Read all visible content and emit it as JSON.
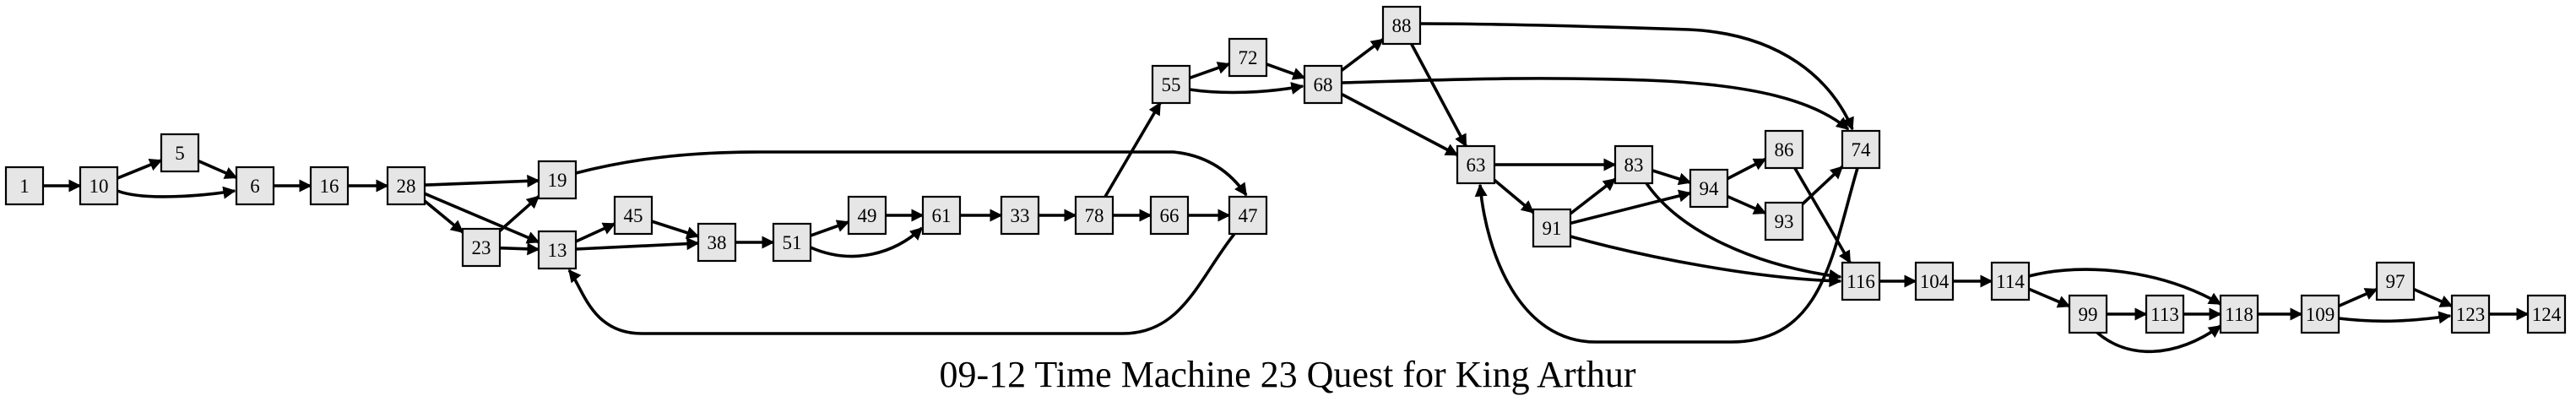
{
  "title": "09-12 Time Machine 23 Quest for King Arthur",
  "nodes": [
    {
      "id": "1"
    },
    {
      "id": "10"
    },
    {
      "id": "5"
    },
    {
      "id": "6"
    },
    {
      "id": "16"
    },
    {
      "id": "28"
    },
    {
      "id": "19"
    },
    {
      "id": "23"
    },
    {
      "id": "13"
    },
    {
      "id": "45"
    },
    {
      "id": "38"
    },
    {
      "id": "51"
    },
    {
      "id": "49"
    },
    {
      "id": "61"
    },
    {
      "id": "33"
    },
    {
      "id": "78"
    },
    {
      "id": "66"
    },
    {
      "id": "47"
    },
    {
      "id": "55"
    },
    {
      "id": "72"
    },
    {
      "id": "68"
    },
    {
      "id": "88"
    },
    {
      "id": "63"
    },
    {
      "id": "83"
    },
    {
      "id": "91"
    },
    {
      "id": "94"
    },
    {
      "id": "86"
    },
    {
      "id": "93"
    },
    {
      "id": "74"
    },
    {
      "id": "116"
    },
    {
      "id": "104"
    },
    {
      "id": "114"
    },
    {
      "id": "99"
    },
    {
      "id": "113"
    },
    {
      "id": "118"
    },
    {
      "id": "109"
    },
    {
      "id": "97"
    },
    {
      "id": "123"
    },
    {
      "id": "124"
    }
  ],
  "edges": [
    [
      "1",
      "10"
    ],
    [
      "10",
      "5"
    ],
    [
      "10",
      "6"
    ],
    [
      "5",
      "6"
    ],
    [
      "6",
      "16"
    ],
    [
      "16",
      "28"
    ],
    [
      "28",
      "19"
    ],
    [
      "28",
      "23"
    ],
    [
      "28",
      "13"
    ],
    [
      "23",
      "19"
    ],
    [
      "23",
      "13"
    ],
    [
      "19",
      "47"
    ],
    [
      "13",
      "45"
    ],
    [
      "13",
      "38"
    ],
    [
      "45",
      "38"
    ],
    [
      "38",
      "51"
    ],
    [
      "51",
      "49"
    ],
    [
      "51",
      "61"
    ],
    [
      "49",
      "61"
    ],
    [
      "61",
      "33"
    ],
    [
      "33",
      "78"
    ],
    [
      "78",
      "66"
    ],
    [
      "78",
      "55"
    ],
    [
      "66",
      "47"
    ],
    [
      "47",
      "13"
    ],
    [
      "55",
      "72"
    ],
    [
      "55",
      "68"
    ],
    [
      "72",
      "68"
    ],
    [
      "68",
      "88"
    ],
    [
      "68",
      "74"
    ],
    [
      "68",
      "63"
    ],
    [
      "88",
      "74"
    ],
    [
      "88",
      "63"
    ],
    [
      "63",
      "83"
    ],
    [
      "63",
      "91"
    ],
    [
      "91",
      "83"
    ],
    [
      "91",
      "94"
    ],
    [
      "91",
      "116"
    ],
    [
      "83",
      "94"
    ],
    [
      "83",
      "116"
    ],
    [
      "94",
      "86"
    ],
    [
      "94",
      "93"
    ],
    [
      "93",
      "74"
    ],
    [
      "86",
      "116"
    ],
    [
      "74",
      "63"
    ],
    [
      "116",
      "104"
    ],
    [
      "104",
      "114"
    ],
    [
      "114",
      "118"
    ],
    [
      "114",
      "99"
    ],
    [
      "99",
      "113"
    ],
    [
      "99",
      "118"
    ],
    [
      "113",
      "118"
    ],
    [
      "118",
      "109"
    ],
    [
      "109",
      "97"
    ],
    [
      "109",
      "123"
    ],
    [
      "97",
      "123"
    ],
    [
      "123",
      "124"
    ]
  ]
}
